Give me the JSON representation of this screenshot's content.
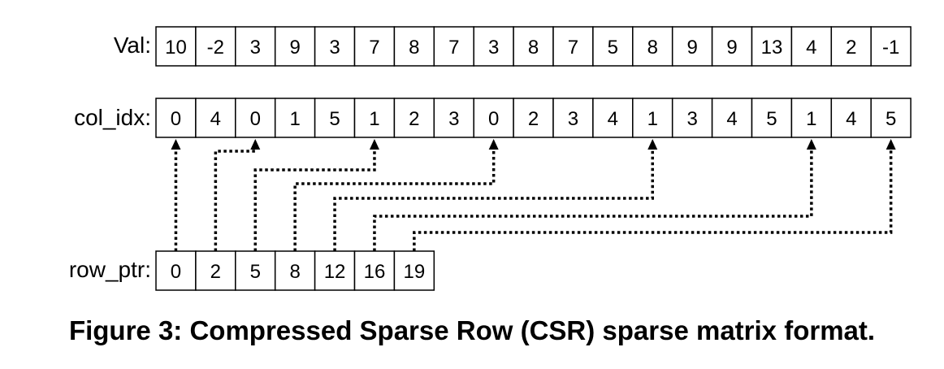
{
  "val": {
    "label": "Val:",
    "values": [
      "10",
      "-2",
      "3",
      "9",
      "3",
      "7",
      "8",
      "7",
      "3",
      "8",
      "7",
      "5",
      "8",
      "9",
      "9",
      "13",
      "4",
      "2",
      "-1"
    ]
  },
  "col_idx": {
    "label": "col_idx:",
    "values": [
      "0",
      "4",
      "0",
      "1",
      "5",
      "1",
      "2",
      "3",
      "0",
      "2",
      "3",
      "4",
      "1",
      "3",
      "4",
      "5",
      "1",
      "4",
      "5"
    ]
  },
  "row_ptr": {
    "label": "row_ptr:",
    "values": [
      "0",
      "2",
      "5",
      "8",
      "12",
      "16",
      "19"
    ]
  },
  "pointers": [
    {
      "from_row_ptr": 0,
      "to_col_idx": 0
    },
    {
      "from_row_ptr": 1,
      "to_col_idx": 2
    },
    {
      "from_row_ptr": 2,
      "to_col_idx": 5
    },
    {
      "from_row_ptr": 3,
      "to_col_idx": 8
    },
    {
      "from_row_ptr": 4,
      "to_col_idx": 12
    },
    {
      "from_row_ptr": 5,
      "to_col_idx": 16
    },
    {
      "from_row_ptr": 6,
      "to_col_idx": 18
    }
  ],
  "caption": "Figure 3: Compressed Sparse Row (CSR) sparse matrix format."
}
